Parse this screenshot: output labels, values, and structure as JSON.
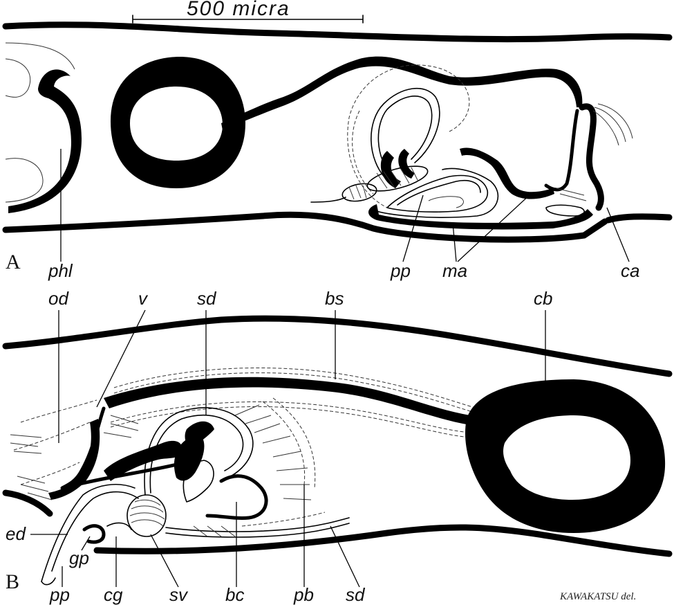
{
  "scale_bar": {
    "label": "500 micra"
  },
  "panel_a": {
    "letter": "A",
    "labels": {
      "phl": "phl",
      "pp": "pp",
      "ma": "ma",
      "ca": "ca"
    }
  },
  "panel_b": {
    "letter": "B",
    "labels": {
      "od": "od",
      "v": "v",
      "sd_top": "sd",
      "bs": "bs",
      "cb": "cb",
      "ed": "ed",
      "gp": "gp",
      "pp": "pp",
      "cg": "cg",
      "sv": "sv",
      "bc": "bc",
      "pb": "pb",
      "sd_bottom": "sd"
    }
  },
  "signature": "KAWAKATSU del."
}
